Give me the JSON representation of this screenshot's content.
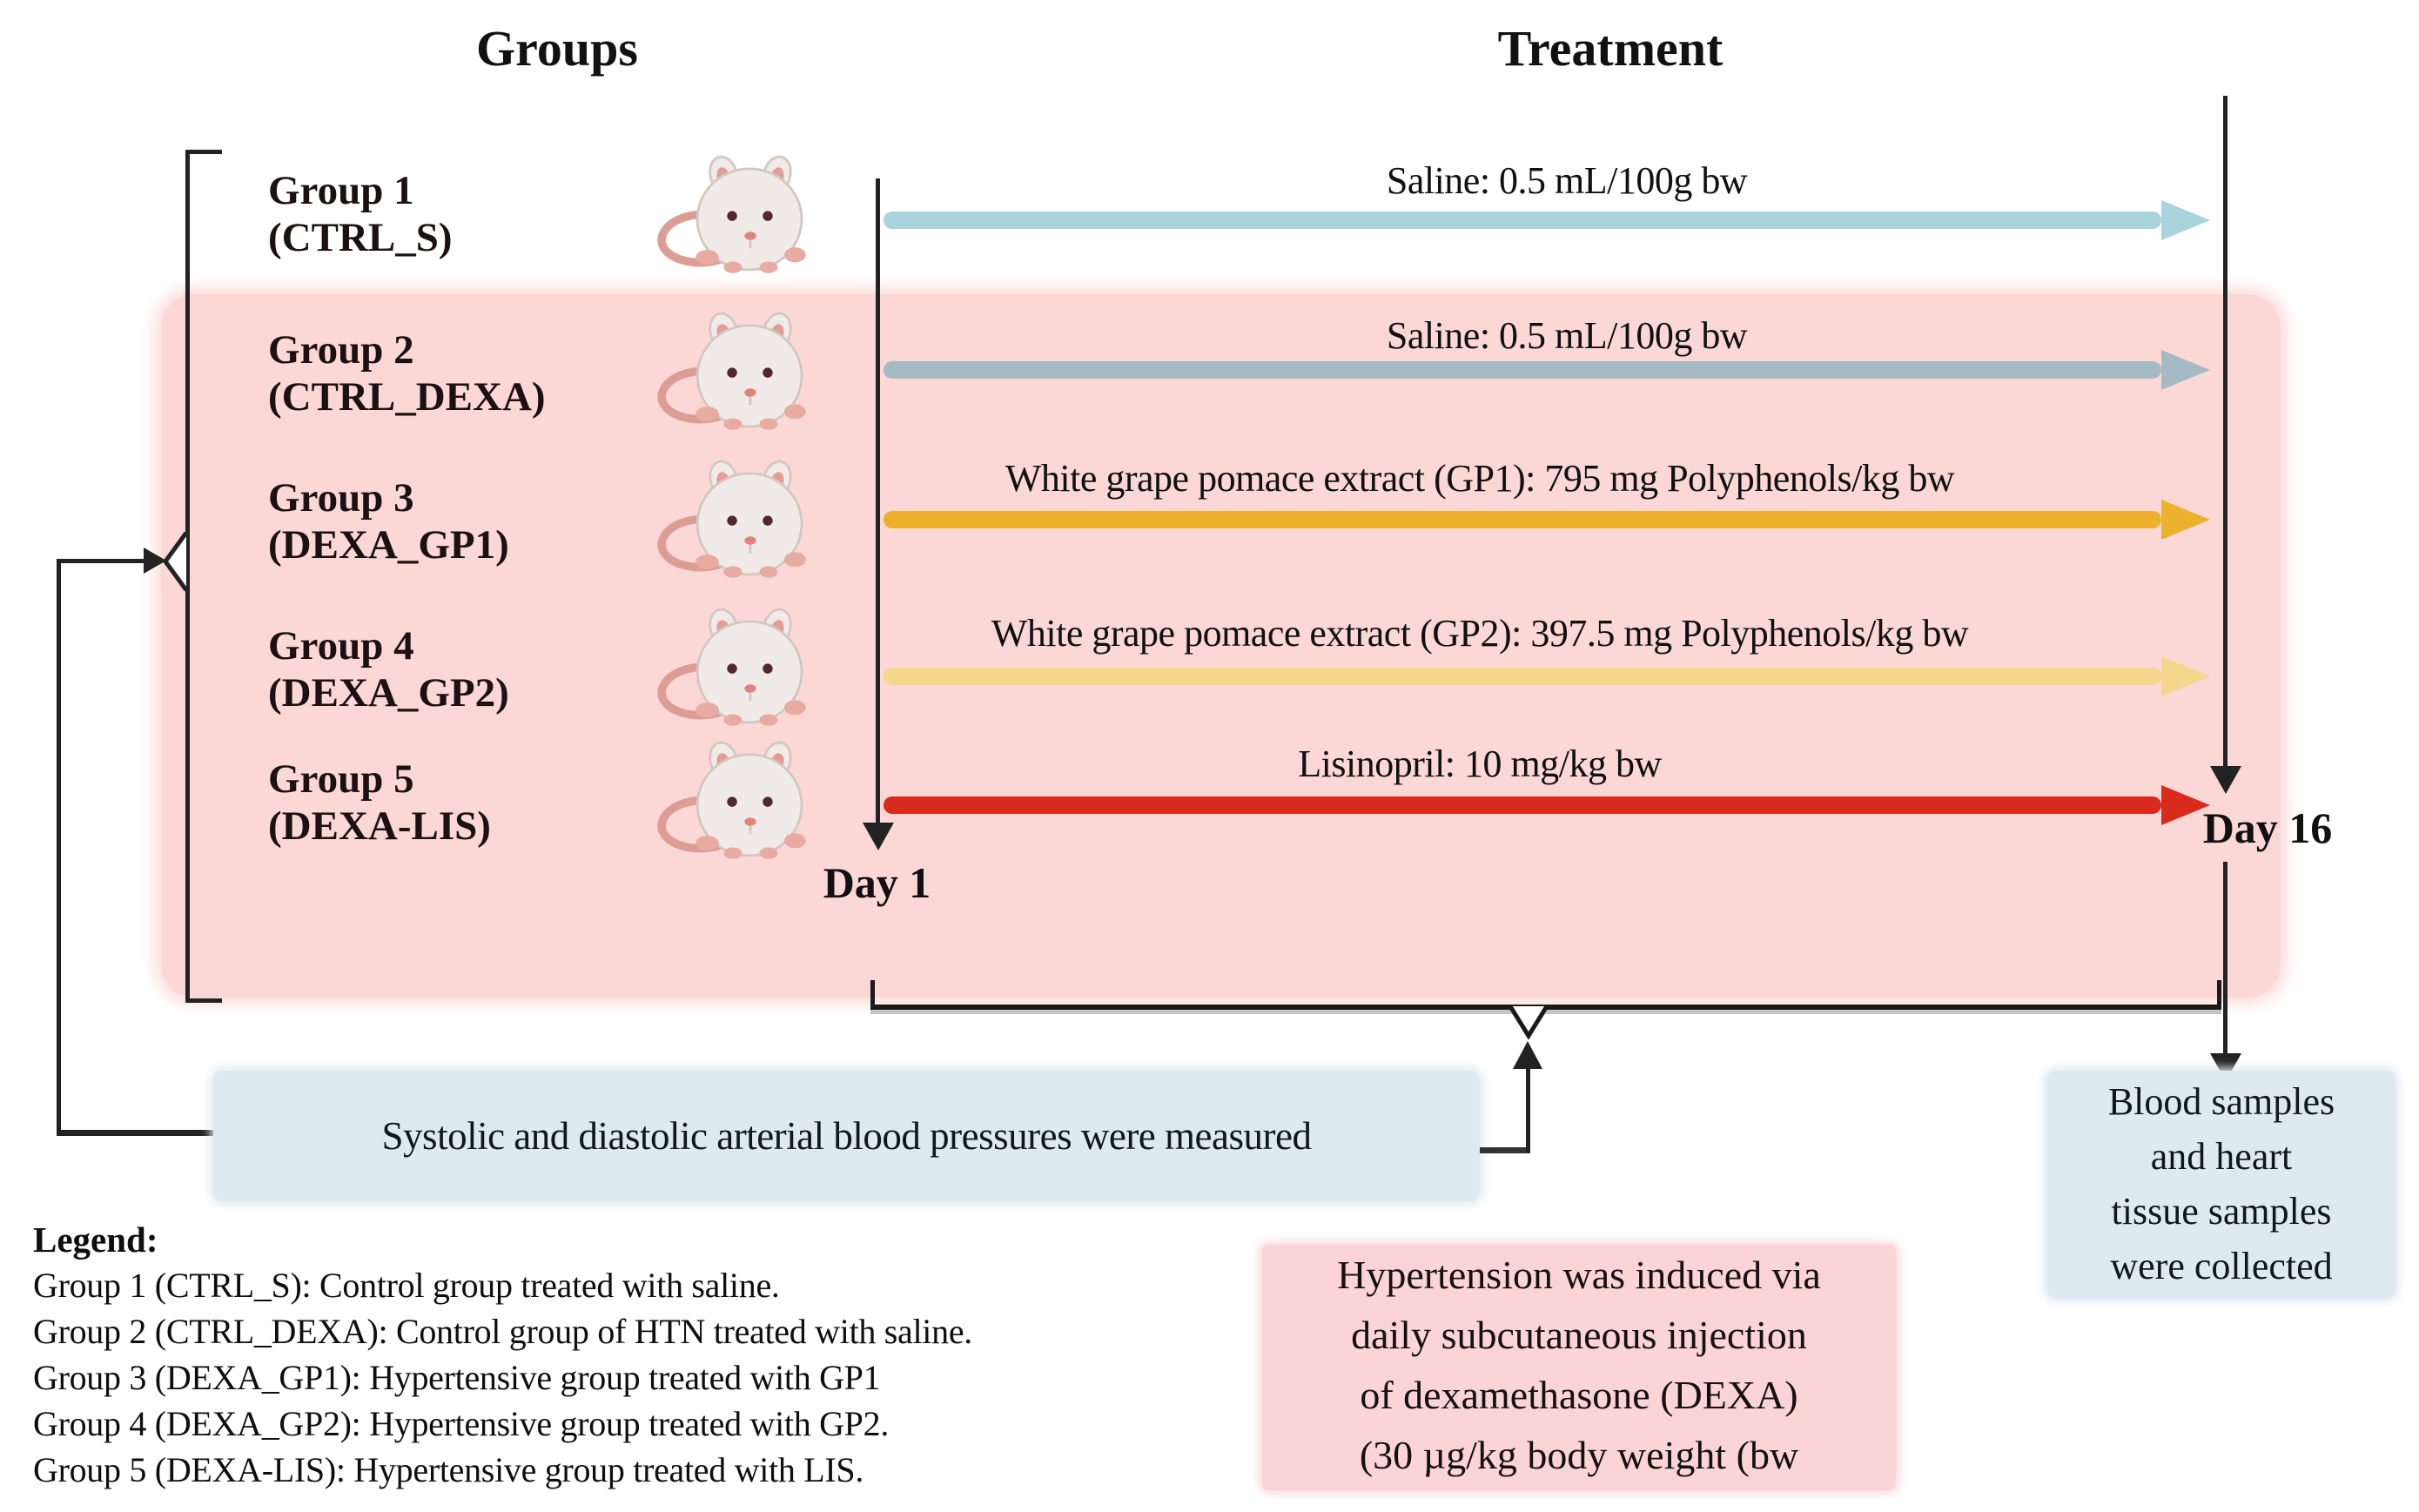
{
  "titles": {
    "groups": "Groups",
    "treatment": "Treatment"
  },
  "timeline": {
    "start_label": "Day 1",
    "end_label": "Day 16"
  },
  "groups": [
    {
      "name": "Group 1",
      "code": "(CTRL_S)"
    },
    {
      "name": "Group 2",
      "code": "(CTRL_DEXA)"
    },
    {
      "name": "Group 3",
      "code": "(DEXA_GP1)"
    },
    {
      "name": "Group 4",
      "code": "(DEXA_GP2)"
    },
    {
      "name": "Group 5",
      "code": "(DEXA-LIS)"
    }
  ],
  "treatments": [
    {
      "label": "Saline: 0.5 mL/100g bw",
      "color": "#a9d4dc"
    },
    {
      "label": "Saline: 0.5 mL/100g bw",
      "color": "#a6bac5"
    },
    {
      "label": "White grape pomace extract (GP1): 795 mg Polyphenols/kg bw",
      "color": "#ecb12d"
    },
    {
      "label": "White grape pomace extract (GP2): 397.5 mg Polyphenols/kg bw",
      "color": "#f5d68c"
    },
    {
      "label": "Lisinopril: 10 mg/kg bw",
      "color": "#d92a1e"
    }
  ],
  "annotations": {
    "bp_box": "Systolic and diastolic arterial blood pressures were measured",
    "samples_box": {
      "line1": "Blood samples",
      "line2": "and heart",
      "line3": "tissue samples",
      "line4": "were collected"
    },
    "htn_box": {
      "line1": "Hypertension  was induced via",
      "line2": "daily subcutaneous injection",
      "line3": "of dexamethasone (DEXA)",
      "line4": "(30 µg/kg body weight (bw"
    }
  },
  "legend": {
    "title": "Legend:",
    "items": [
      "Group 1 (CTRL_S): Control group treated with saline.",
      "Group 2 (CTRL_DEXA): Control group of HTN treated with saline.",
      "Group 3 (DEXA_GP1): Hypertensive group treated with GP1",
      "Group 4 (DEXA_GP2): Hypertensive group treated with GP2.",
      "Group 5 (DEXA-LIS): Hypertensive group treated with LIS."
    ]
  },
  "colors": {
    "highlight_box_pink": "#fbd8d6",
    "info_box_blue": "#ddeaf2",
    "htn_box_pink": "#fbd5d5",
    "line_black": "#1a1a1a"
  },
  "icons": {
    "rat": "rat-icon"
  }
}
